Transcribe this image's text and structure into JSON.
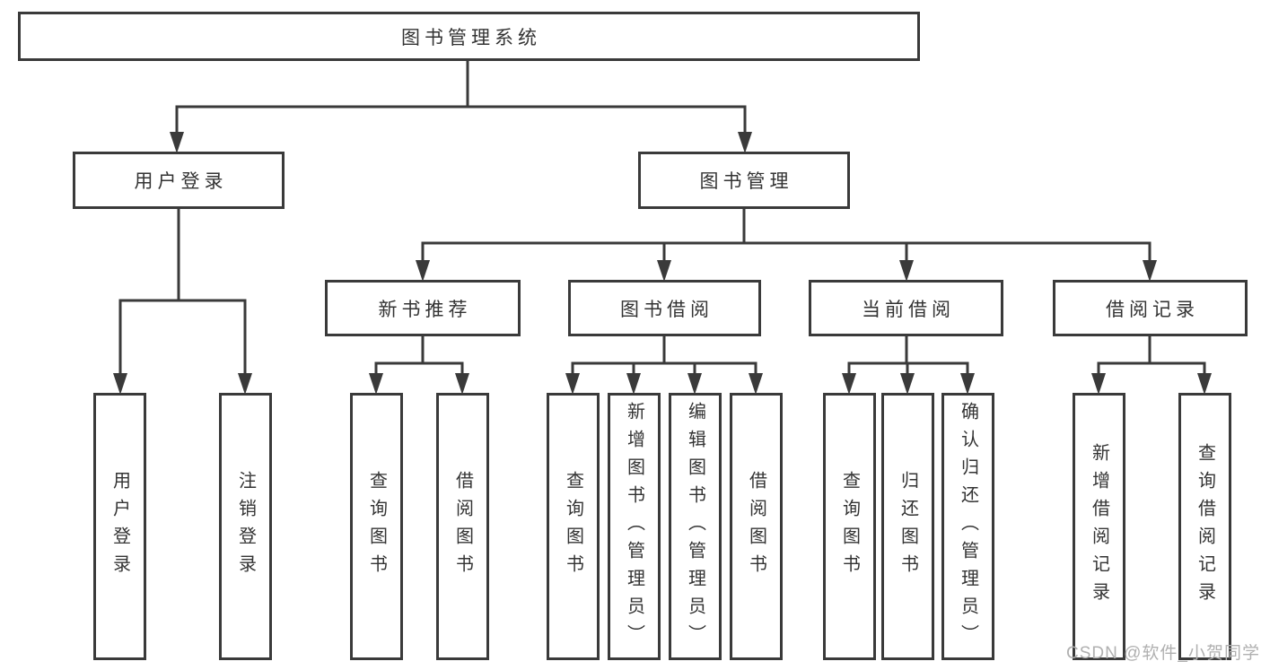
{
  "palette": {
    "line": "#3a3a3a",
    "text": "#333333",
    "box_background": "#ffffff",
    "page_background": "#ffffff",
    "watermark": "#b0b0b0"
  },
  "watermark": {
    "text": "CSDN @软件_小贺同学"
  },
  "nodes": {
    "root": {
      "label": "图书管理系统"
    },
    "level2": [
      {
        "label": "用户登录",
        "parent": "图书管理系统"
      },
      {
        "label": "图书管理",
        "parent": "图书管理系统"
      }
    ],
    "level3": [
      {
        "label": "新书推荐",
        "parent": "图书管理"
      },
      {
        "label": "图书借阅",
        "parent": "图书管理"
      },
      {
        "label": "当前借阅",
        "parent": "图书管理"
      },
      {
        "label": "借阅记录",
        "parent": "图书管理"
      }
    ],
    "level4": [
      {
        "label": "用户登录",
        "parent": "用户登录"
      },
      {
        "label": "注销登录",
        "parent": "用户登录"
      },
      {
        "label": "查询图书",
        "parent": "新书推荐"
      },
      {
        "label": "借阅图书",
        "parent": "新书推荐"
      },
      {
        "label": "查询图书",
        "parent": "图书借阅"
      },
      {
        "label": "新增图书（管理员）",
        "parent": "图书借阅"
      },
      {
        "label": "编辑图书（管理员）",
        "parent": "图书借阅"
      },
      {
        "label": "借阅图书",
        "parent": "图书借阅"
      },
      {
        "label": "查询图书",
        "parent": "当前借阅"
      },
      {
        "label": "归还图书",
        "parent": "当前借阅"
      },
      {
        "label": "确认归还（管理员）",
        "parent": "当前借阅"
      },
      {
        "label": "新增借阅记录",
        "parent": "借阅记录"
      },
      {
        "label": "查询借阅记录",
        "parent": "借阅记录"
      }
    ]
  }
}
